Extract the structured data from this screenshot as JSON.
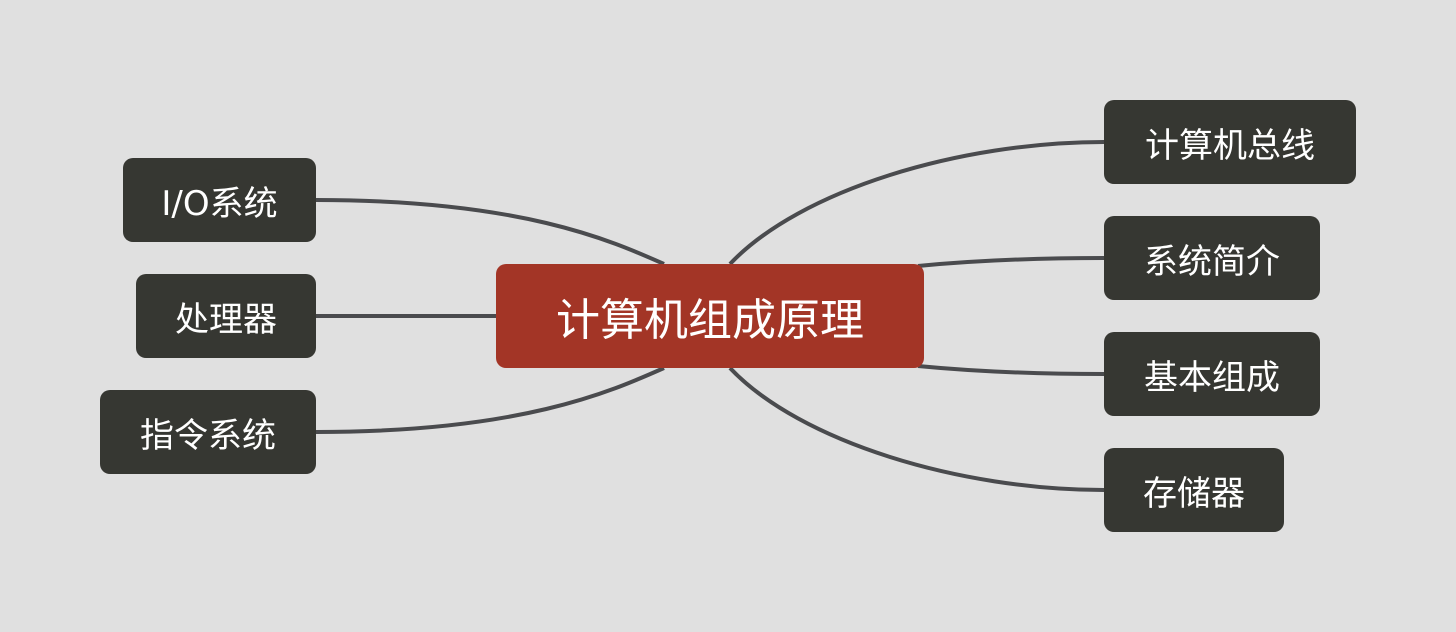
{
  "colors": {
    "background": "#e0e0e0",
    "central": "#a33526",
    "leaf": "#363732",
    "connector": "#4a4b4e",
    "text": "#ffffff"
  },
  "mindmap": {
    "central": {
      "label": "计算机组成原理"
    },
    "left_branches": [
      {
        "label": "I/O系统"
      },
      {
        "label": "处理器"
      },
      {
        "label": "指令系统"
      }
    ],
    "right_branches": [
      {
        "label": "计算机总线"
      },
      {
        "label": "系统简介"
      },
      {
        "label": "基本组成"
      },
      {
        "label": "存储器"
      }
    ]
  }
}
